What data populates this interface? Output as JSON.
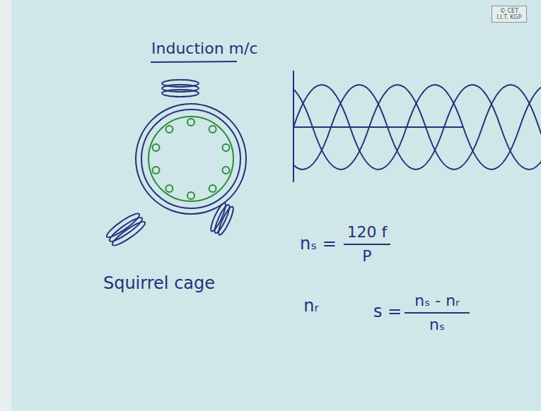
{
  "diagram": {
    "title": "Induction m/c",
    "nodes": [
      {
        "text": [
          "© CET I.I.T. KGP"
        ]
      }
    ],
    "labels": [
      "Squirrel cage",
      "nₛ =",
      "120 f",
      "P",
      "nᵣ",
      "s =",
      "nₛ - nᵣ",
      "nₛ"
    ]
  }
}
